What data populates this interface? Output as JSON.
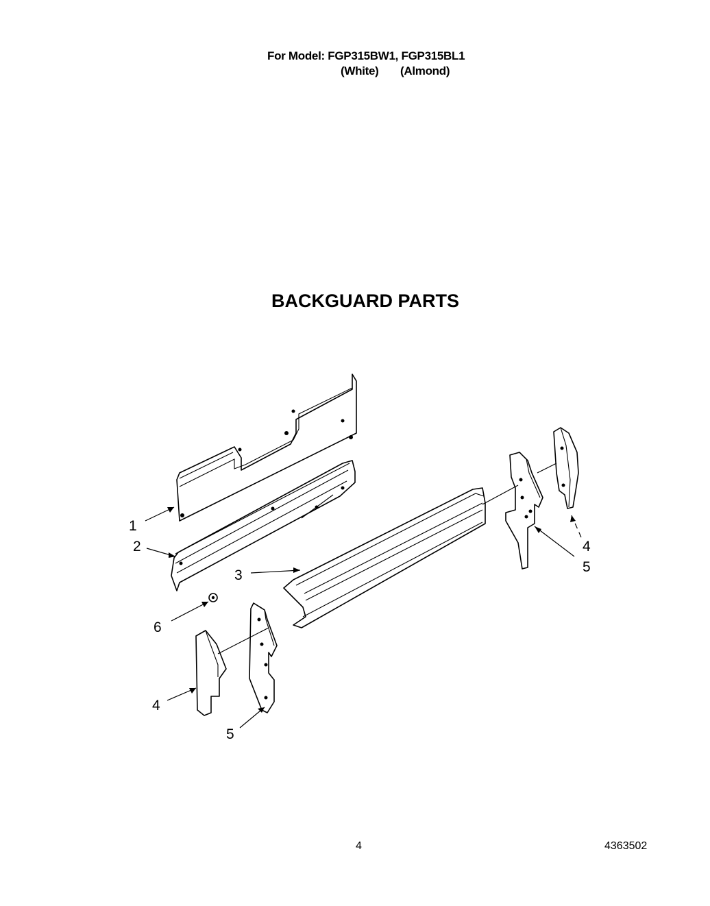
{
  "header": {
    "model_line": "For Model: FGP315BW1, FGP315BL1",
    "variant_white": "(White)",
    "variant_almond": "(Almond)"
  },
  "title": "BACKGUARD PARTS",
  "callouts": {
    "c1": "1",
    "c2": "2",
    "c3": "3",
    "c4_left": "4",
    "c4_right": "4",
    "c5_left": "5",
    "c5_right": "5",
    "c6": "6"
  },
  "footer": {
    "page_number": "4",
    "doc_number": "4363502"
  }
}
